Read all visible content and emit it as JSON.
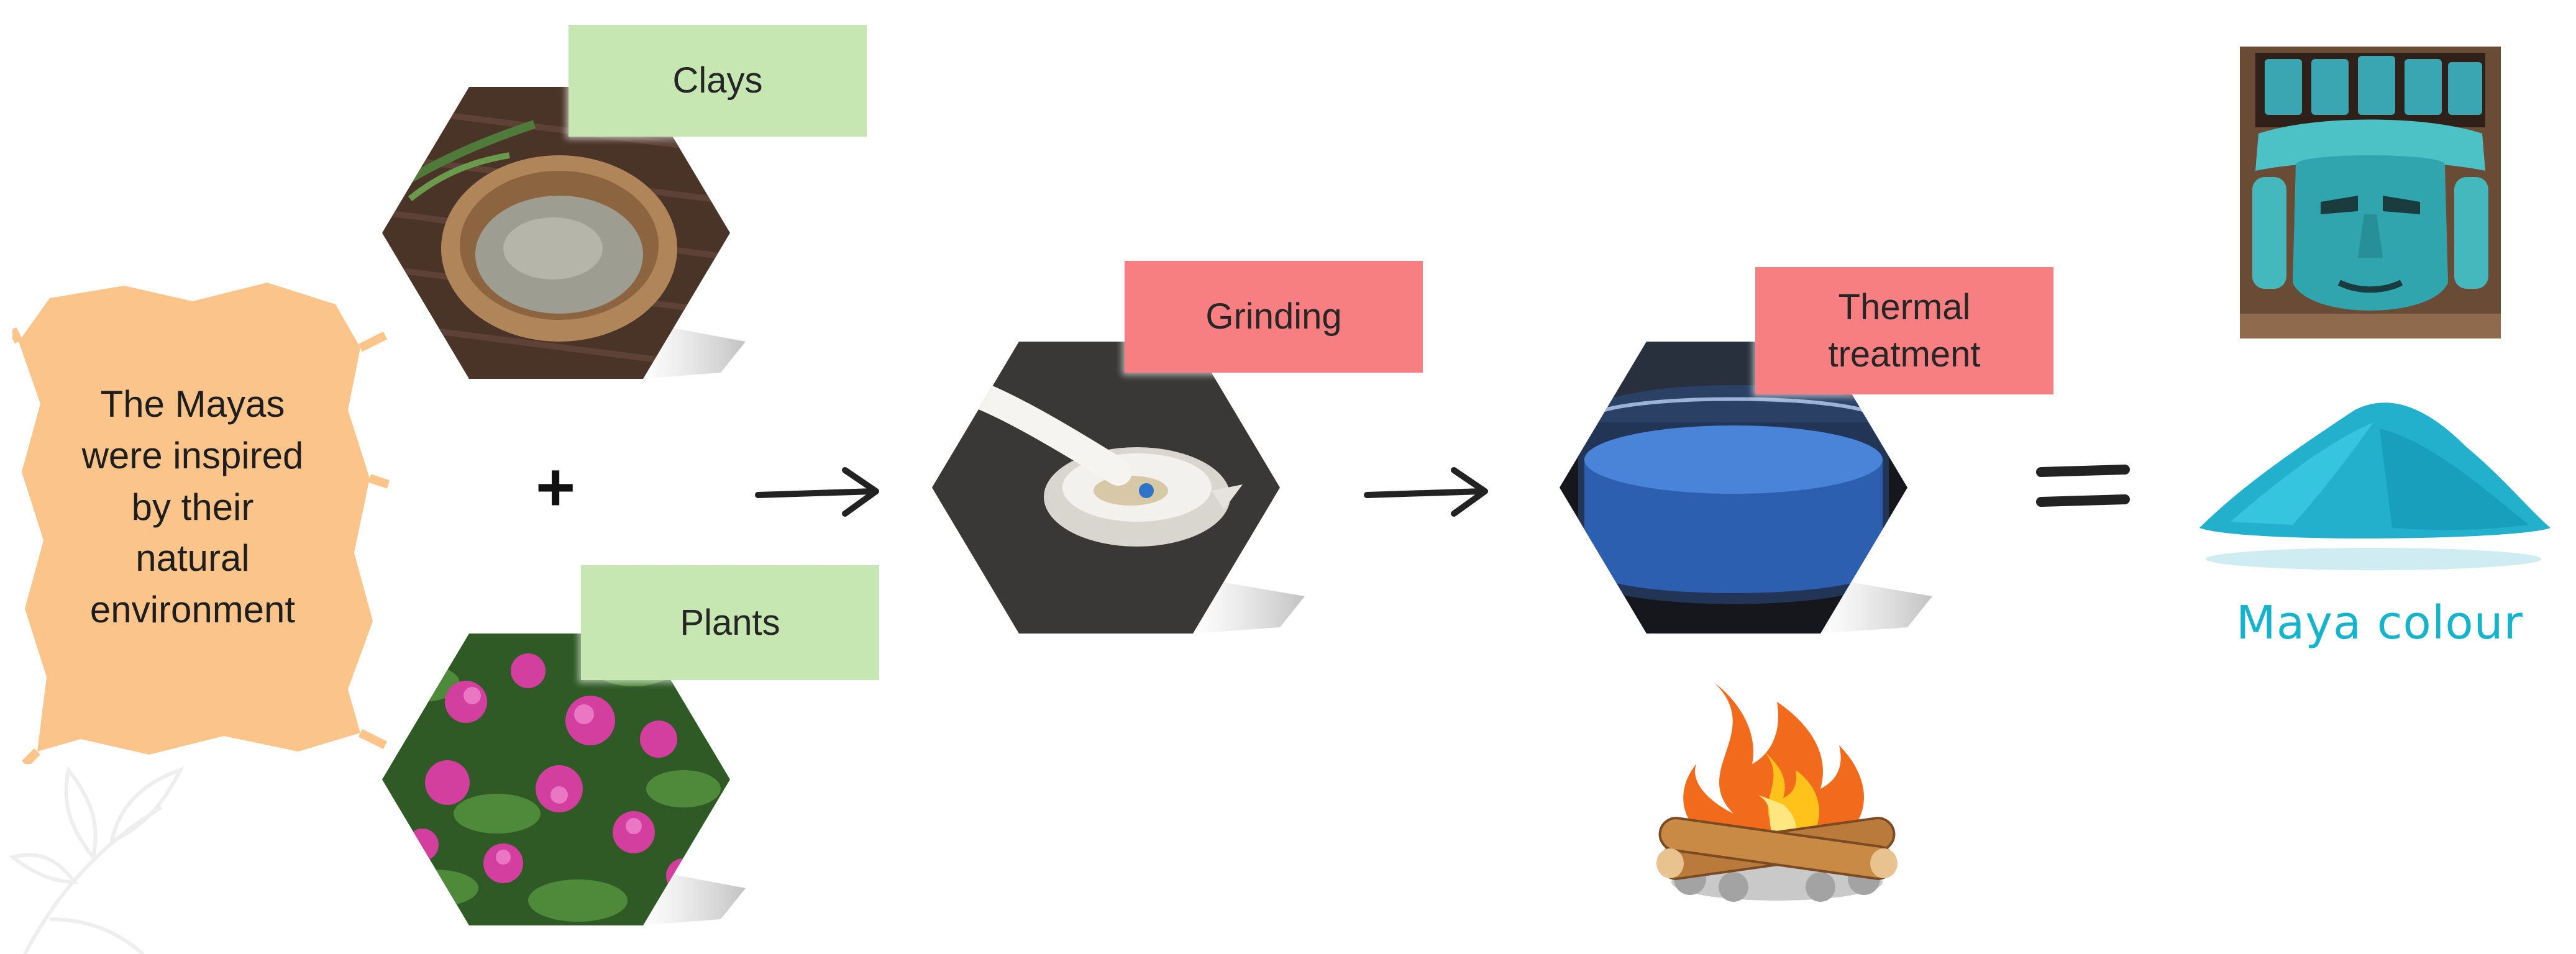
{
  "intro": {
    "lines": [
      "The Mayas",
      "were inspired",
      "by their",
      "natural",
      "environment"
    ]
  },
  "steps": {
    "clays": "Clays",
    "plants": "Plants",
    "grinding": "Grinding",
    "thermal_line1": "Thermal",
    "thermal_line2": "treatment"
  },
  "operators": {
    "plus": "+",
    "equals": "="
  },
  "result": {
    "caption": "Maya colour"
  },
  "colors": {
    "splash": "#fbc48b",
    "clay_label": "#c6e6b2",
    "process_label": "#f77f82",
    "maya_blue": "#22b0cc",
    "caption": "#14b4cc"
  }
}
